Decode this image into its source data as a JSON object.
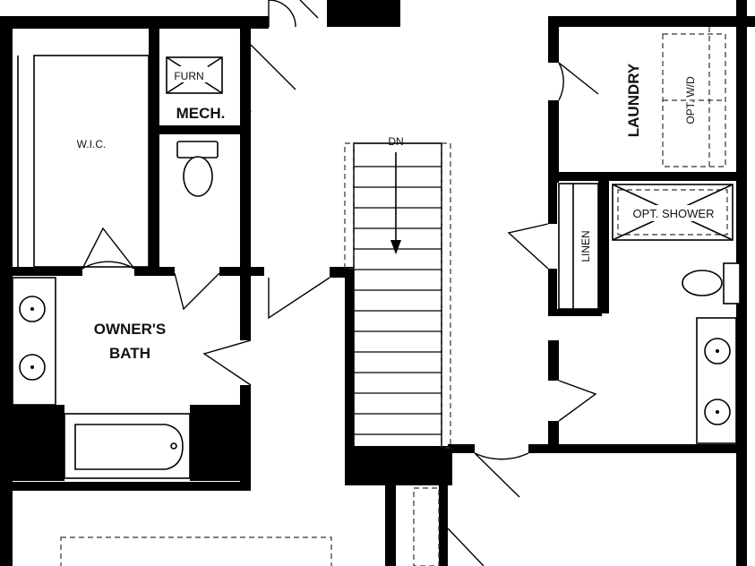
{
  "rooms": {
    "wic": "W.I.C.",
    "furn": "FURN",
    "mech": "MECH.",
    "laundry": "LAUNDRY",
    "opt_wd": "OPT. W/D",
    "opt_shower": "OPT. SHOWER",
    "linen": "LINEN",
    "owners_bath_line1": "OWNER'S",
    "owners_bath_line2": "BATH",
    "stair_dn": "DN"
  }
}
